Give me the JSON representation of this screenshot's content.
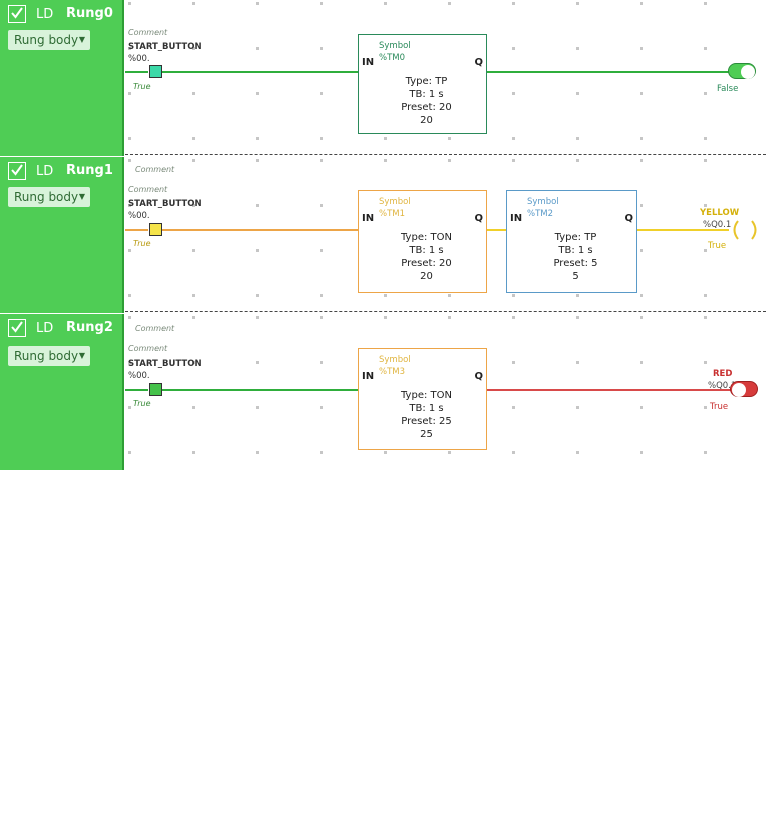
{
  "rungs": [
    {
      "name": "Rung0",
      "ld_label": "LD",
      "body_label": "Rung body",
      "comment_top": "",
      "comment": "Comment",
      "contact": {
        "name": "START_BUTTON",
        "address": "%00.",
        "value": "True"
      },
      "blocks": [
        {
          "symbol": "Symbol",
          "tag": "%TM0",
          "in": "IN",
          "q": "Q",
          "type": "Type: TP",
          "tb": "TB: 1 s",
          "preset": "Preset: 20",
          "value": "20"
        }
      ],
      "output": {
        "kind": "toggle",
        "name": "",
        "address": "",
        "value": "False",
        "color": "#4fcd55"
      }
    },
    {
      "name": "Rung1",
      "ld_label": "LD",
      "body_label": "Rung body",
      "comment_top": "Comment",
      "comment": "Comment",
      "contact": {
        "name": "START_BUTTON",
        "address": "%00.",
        "value": "True"
      },
      "blocks": [
        {
          "symbol": "Symbol",
          "tag": "%TM1",
          "in": "IN",
          "q": "Q",
          "type": "Type: TON",
          "tb": "TB: 1 s",
          "preset": "Preset: 20",
          "value": "20"
        },
        {
          "symbol": "Symbol",
          "tag": "%TM2",
          "in": "IN",
          "q": "Q",
          "type": "Type: TP",
          "tb": "TB: 1 s",
          "preset": "Preset: 5",
          "value": "5"
        }
      ],
      "output": {
        "kind": "coil",
        "name": "YELLOW",
        "address": "%Q0.1",
        "value": "True",
        "color": "#e8c42a"
      }
    },
    {
      "name": "Rung2",
      "ld_label": "LD",
      "body_label": "Rung body",
      "comment_top": "Comment",
      "comment": "Comment",
      "contact": {
        "name": "START_BUTTON",
        "address": "%00.",
        "value": "True"
      },
      "blocks": [
        {
          "symbol": "Symbol",
          "tag": "%TM3",
          "in": "IN",
          "q": "Q",
          "type": "Type: TON",
          "tb": "TB: 1 s",
          "preset": "Preset: 25",
          "value": "25"
        }
      ],
      "output": {
        "kind": "toggle",
        "name": "RED",
        "address": "%Q0.1",
        "value": "True",
        "color": "#d63b3b"
      }
    }
  ],
  "colors": {
    "sidebar": "#4fcd55",
    "wire_green": "#2fae3c",
    "wire_orange": "#eda547",
    "wire_yellow": "#f0d02a",
    "wire_red": "#d84a4a",
    "block_green": "#2a8a5a",
    "block_orange": "#eda547",
    "block_blue": "#5a9ac8",
    "contact_teal": "#3cd9a8",
    "contact_yellow": "#f5e44a",
    "contact_green": "#45c24a"
  },
  "icons": [
    "checkbox-checked-icon",
    "caret-down-icon"
  ]
}
